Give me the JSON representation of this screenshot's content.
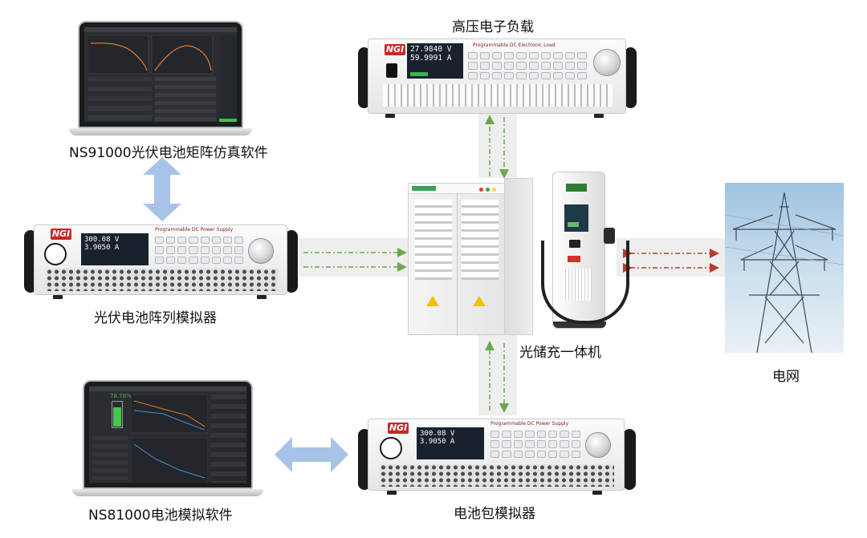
{
  "labels": {
    "hv_load": "高压电子负载",
    "pv_software": "NS91000光伏电池矩阵仿真软件",
    "pv_simulator": "光伏电池阵列模拟器",
    "storage_charger": "光储充一体机",
    "grid": "电网",
    "battery_software": "NS81000电池模拟软件",
    "battery_simulator": "电池包模拟器"
  },
  "devices": {
    "hv_load": {
      "brand": "NGI",
      "model_text": "Programmable DC Electronic Load",
      "readings": [
        "27.9840 V",
        "59.9991 A"
      ]
    },
    "pv_simulator": {
      "brand": "NGI",
      "model_text": "Programmable DC Power Supply",
      "readings": [
        "300.08 V",
        "3.9050 A"
      ]
    },
    "battery_simulator": {
      "brand": "NGI",
      "model_text": "Programmable DC Power Supply",
      "readings": [
        "300.08 V",
        "3.9050 A"
      ]
    },
    "battery_software": {
      "soc": "78.78%"
    }
  },
  "colors": {
    "green_arrow": "#6aa84f",
    "red_arrow": "#c0392b",
    "blue_arrow": "#a9c3e8",
    "band": "#eeeeee",
    "brand_red": "#c62828"
  }
}
